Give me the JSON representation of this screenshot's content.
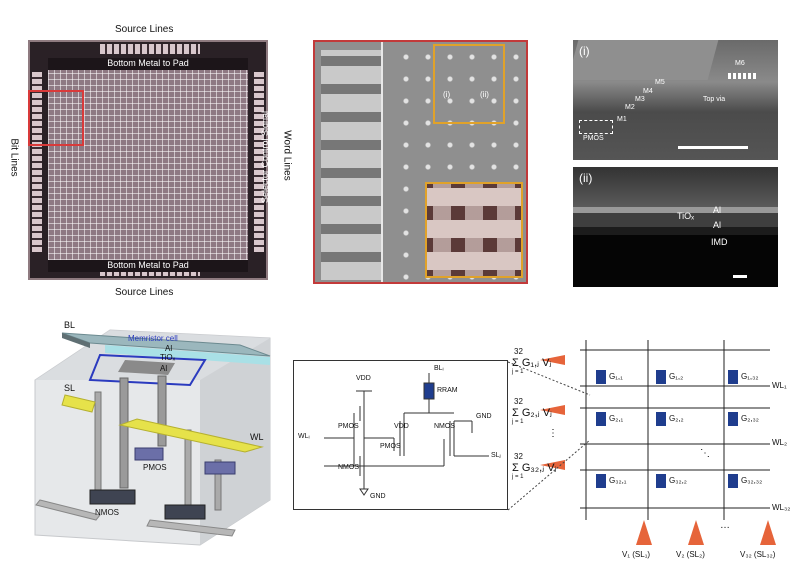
{
  "panel_chip": {
    "top_label": "Source Lines",
    "bottom_label": "Source Lines",
    "left_label": "Bit Lines",
    "right_label": "Word Lines",
    "inner_top": "Bottom Metal to Pad",
    "inner_bottom": "Bottom Metal to Pad",
    "inner_right": "Selector Control Signal"
  },
  "panel_sem": {
    "marker_i": "(i)",
    "marker_ii": "(ii)"
  },
  "panel_tem_i": {
    "tag": "(i)",
    "layers": [
      "M6",
      "M5",
      "M4",
      "M3",
      "M2",
      "M1",
      "Top via",
      "PMOS"
    ]
  },
  "panel_tem_ii": {
    "tag": "(ii)",
    "labels": [
      "Al",
      "TiOₓ",
      "Al",
      "IMD"
    ]
  },
  "panel_3d": {
    "bl": "BL",
    "memristor": "Memristor cell",
    "al_top": "Al",
    "tiox": "TiOₓ",
    "al_bot": "Al",
    "sl": "SL",
    "wl": "WL",
    "pmos": "PMOS",
    "nmos": "NMOS"
  },
  "panel_circuit": {
    "vdd_left": "VDD",
    "vdd_right": "VDD",
    "bl": "BLᵢ",
    "rram": "RRAM",
    "pmos_left": "PMOS",
    "pmos_right": "PMOS",
    "nmos_left": "NMOS",
    "nmos_right": "NMOS",
    "gnd_right": "GND",
    "gnd_bottom": "GND",
    "wl": "WLᵢ",
    "sl": "SLⱼ"
  },
  "panel_array": {
    "sums": [
      "Σ G₁,ⱼ Vⱼ",
      "Σ G₂,ⱼ Vⱼ",
      "Σ G₃₂,ⱼ Vⱼ"
    ],
    "sum_upper": "32",
    "sum_lower": "j = 1",
    "cells": [
      [
        "G₁,₁",
        "G₁,₂",
        "G₁,₃₂"
      ],
      [
        "G₂,₁",
        "G₂,₂",
        "G₂,₃₂"
      ],
      [
        "G₃₂,₁",
        "G₃₂,₂",
        "G₃₂,₃₂"
      ]
    ],
    "wordlines": [
      "WL₁",
      "WL₂",
      "WL₃₂"
    ],
    "voltages": [
      "V₁ (SL₁)",
      "V₂ (SL₂)",
      "V₃₂ (SL₃₂)"
    ],
    "dots": "⋮",
    "hdots": "…",
    "ddots": "⋱"
  }
}
